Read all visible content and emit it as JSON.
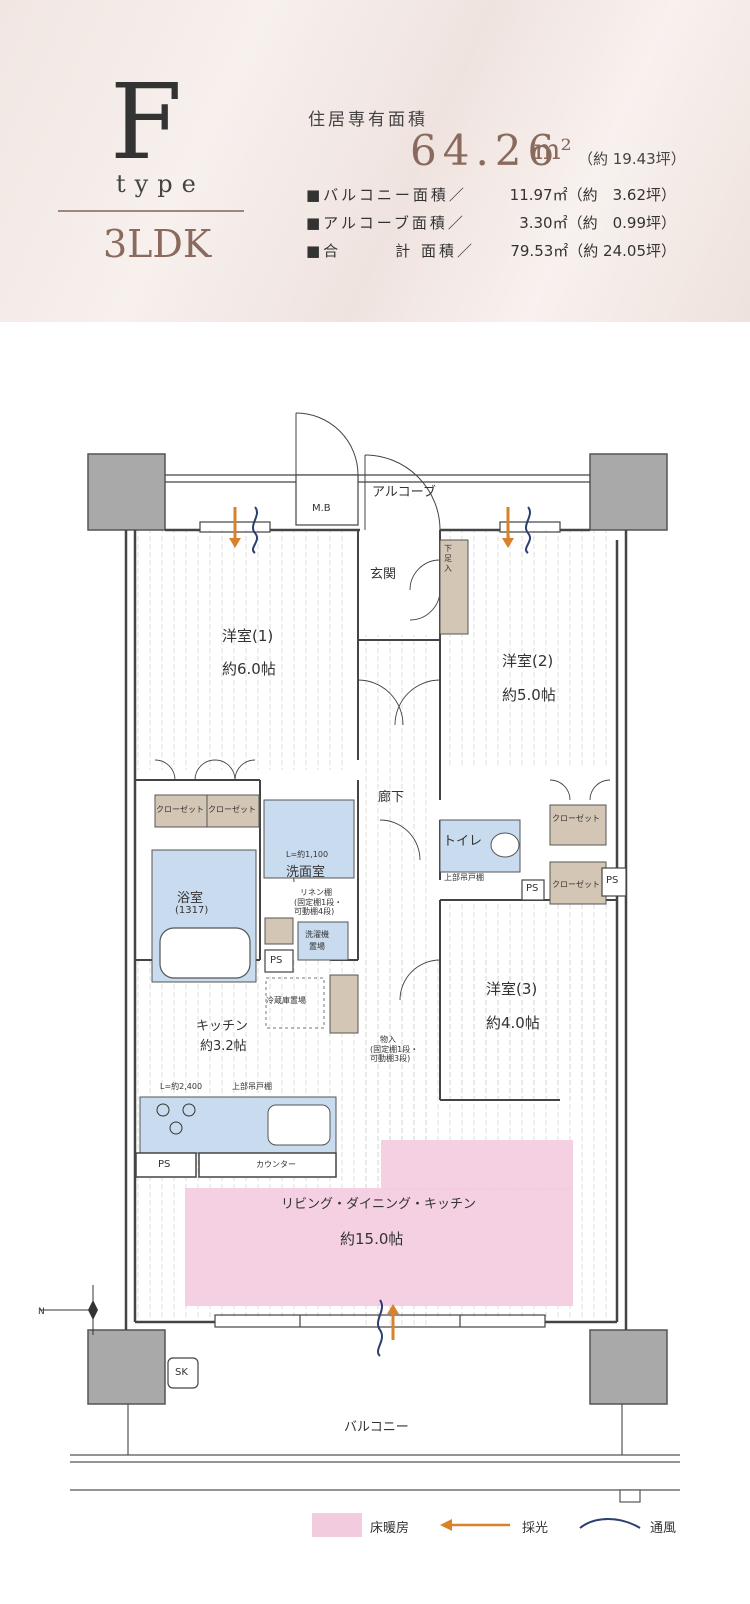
{
  "header": {
    "type_letter": "F",
    "type_word": "type",
    "layout": "3LDK",
    "area_label": "住居専有面積",
    "area_value": "64.26",
    "area_unit": "m²",
    "area_tsubo": "（約 19.43坪）",
    "rows": [
      {
        "label": "■バルコニー面積／",
        "value": "11.97㎡（約　3.62坪）"
      },
      {
        "label": "■アルコーブ面積／",
        "value": "3.30㎡（約　0.99坪）"
      },
      {
        "label": "■合　　　計 面積／",
        "value": "79.53㎡（約 24.05坪）"
      }
    ]
  },
  "rooms": {
    "alcove": "アルコーブ",
    "mb": "M.B",
    "entrance": "玄関",
    "shoe": "下足入",
    "western1_name": "洋室(1)",
    "western1_size": "約6.0帖",
    "western2_name": "洋室(2)",
    "western2_size": "約5.0帖",
    "corridor": "廊下",
    "closet1": "クローゼット",
    "closet2": "クローゼット",
    "closet3": "クローゼット",
    "closet4": "クローゼット",
    "toilet": "トイレ",
    "toilet_cabinet": "上部吊戸棚",
    "ps1": "PS",
    "ps2": "PS",
    "ps3": "PS",
    "ps4": "PS",
    "bath_name": "浴室",
    "bath_size": "(1317)",
    "wash_width": "L=約1,100",
    "wash_name": "洗面室",
    "linen": "リネン棚",
    "linen_note1": "(固定棚1段・",
    "linen_note2": "可動棚4段)",
    "washer1": "洗濯機",
    "washer2": "置場",
    "fridge": "冷蔵庫置場",
    "kitchen_name": "キッチン",
    "kitchen_size": "約3.2帖",
    "storage": "物入",
    "storage_note1": "(固定棚1段・",
    "storage_note2": "可動棚3段)",
    "western3_name": "洋室(3)",
    "western3_size": "約4.0帖",
    "kitchen_width": "L=約2,400",
    "kitchen_cabinet": "上部吊戸棚",
    "counter": "カウンター",
    "ldk_name": "リビング・ダイニング・キッチン",
    "ldk_size": "約15.0帖",
    "sk": "SK",
    "balcony": "バルコニー"
  },
  "legend": {
    "floor_heating": "床暖房",
    "daylight": "採光",
    "ventilation": "通風"
  },
  "colors": {
    "brand_brown": "#8a6a5d",
    "floor_heating_pink": "#f3cbdf",
    "wet_area_blue": "#c9dcef",
    "storage_beige": "#d4c6b4",
    "daylight_arrow": "#d9822b",
    "ventilation_wave": "#2c3f6e",
    "wall_gray": "#a9a9a9"
  }
}
